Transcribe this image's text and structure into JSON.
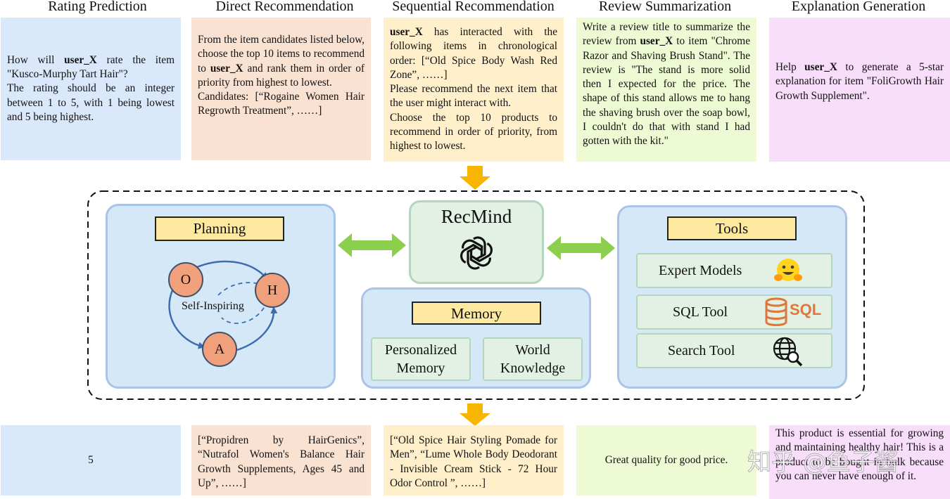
{
  "tasks": [
    {
      "title": "Rating Prediction"
    },
    {
      "title": "Direct Recommendation"
    },
    {
      "title": "Sequential Recommendation"
    },
    {
      "title": "Review Summarization"
    },
    {
      "title": "Explanation Generation"
    }
  ],
  "prompts": {
    "rating": {
      "p1": "How will ",
      "user": "user_X",
      "p2": " rate the item \"Kusco-Murphy Tart Hair\"?",
      "p3": "The rating should be an integer between 1 to 5, with 1 being lowest and 5 being highest."
    },
    "direct": {
      "p1": "From the item candidates listed below, choose the top 10 items to recommend to ",
      "user": "user_X",
      "p2": " and rank them in order of priority from highest to lowest.",
      "p3": "Candidates: [“Rogaine Women Hair Regrowth Treatment”, ……]"
    },
    "sequential": {
      "user": "user_X",
      "p1": " has interacted with the following items in chronological order: [“Old Spice Body Wash Red Zone”, ……]",
      "p2": "Please recommend the next item that the user might interact with.",
      "p3": "Choose the top 10 products to recommend in order of priority, from highest to lowest."
    },
    "review": {
      "p1": "Write a review title to summarize the review from ",
      "user": "user_X",
      "p2": " to item \"Chrome Razor and Shaving Brush Stand\". The review is \"The stand is more solid then I expected for the price. The shape of this stand allows me to hang the shaving brush over the soap bowl, I couldn't do that with stand I had gotten with the kit.\""
    },
    "explanation": {
      "p1": "Help ",
      "user": "user_X",
      "p2": " to generate a 5-star explanation for item \"FoliGrowth Hair Growth Supplement\"."
    }
  },
  "outputs": {
    "rating": "5",
    "direct": "[“Propidren by HairGenics”, “Nutrafol Women's Balance Hair Growth Supplements, Ages 45 and Up”, ……]",
    "sequential": "[“Old Spice Hair Styling Pomade for Men”, “Lume Whole Body Deodorant - Invisible Cream Stick - 72 Hour Odor Control ”, ……]",
    "review": "Great quality for good price.",
    "explanation": "This product is essential for growing and maintaining healthy hair! This is a product to be bought in bulk because you can never have enough of it."
  },
  "watermark": "知乎 @鱼子酱",
  "recmind": {
    "title": "RecMind",
    "logo_icon": "openai-logo-icon"
  },
  "planning": {
    "label": "Planning",
    "node_o": "O",
    "node_h": "H",
    "node_a": "A",
    "self_inspiring": "Self-Inspiring"
  },
  "memory": {
    "label": "Memory",
    "personalized_line1": "Personalized",
    "personalized_line2": "Memory",
    "world_line1": "World",
    "world_line2": "Knowledge"
  },
  "tools": {
    "label": "Tools",
    "expert_models": "Expert Models",
    "expert_icon": "hugging-face-icon",
    "sql_tool": "SQL Tool",
    "sql_icon_text": "SQL",
    "search_tool": "Search Tool",
    "search_icon": "globe-search-icon"
  },
  "colors": {
    "arrow_yellow": "#f7b500",
    "arrow_green": "#8ccf4d",
    "module_blue": "#d5e8f8",
    "label_yellow": "#fde9a0",
    "node_orange": "#f1a07c",
    "sql_orange": "#e0763a"
  }
}
